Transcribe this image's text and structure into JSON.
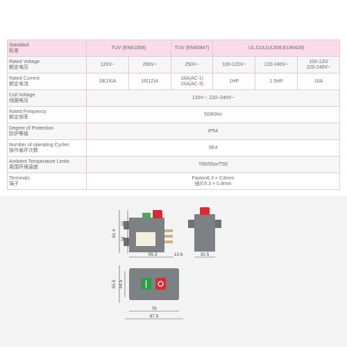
{
  "spec": {
    "rows": [
      {
        "label_en": "Standard",
        "label_cn": "标准",
        "cells": [
          {
            "text": "TUV (EN61058)",
            "span": 2
          },
          {
            "text": "TUV (EN60947)",
            "span": 1
          },
          {
            "text": "UL,CUL(UL508,E195428)",
            "span": 3
          }
        ]
      },
      {
        "label_en": "Rated Voltage",
        "label_cn": "额定电压",
        "cells": [
          {
            "text": "120V~",
            "span": 1
          },
          {
            "text": "250V~",
            "span": 1
          },
          {
            "text": "250V~",
            "span": 1
          },
          {
            "text": "100-120V~",
            "span": 1
          },
          {
            "text": "220-240V~",
            "span": 1
          },
          {
            "text": "100-120/\n220-240V~",
            "span": 1
          }
        ]
      },
      {
        "label_en": "Rated Current",
        "label_cn": "额定电流",
        "cells": [
          {
            "text": "18(18)A",
            "span": 1
          },
          {
            "text": "16(12)A",
            "span": 1
          },
          {
            "text": "18A(AC-1)\n15A(AC-3)",
            "span": 1
          },
          {
            "text": "1HP",
            "span": 1
          },
          {
            "text": "1.5HP",
            "span": 1
          },
          {
            "text": "16A",
            "span": 1
          }
        ]
      },
      {
        "label_en": "Coil Voltage",
        "label_cn": "线圈电压",
        "cells": [
          {
            "text": "120V~; 220~240V~",
            "span": 6
          }
        ]
      },
      {
        "label_en": "Rated Frequency",
        "label_cn": "额定频率",
        "cells": [
          {
            "text": "50/60Hz",
            "span": 6
          }
        ]
      },
      {
        "label_en": "Degree of Protection",
        "label_cn": "防护等级",
        "cells": [
          {
            "text": "IP54",
            "span": 6
          }
        ]
      },
      {
        "label_en": "Number of operating Cycles",
        "label_cn": "操作循环次数",
        "cells": [
          {
            "text": "5E4",
            "span": 6
          }
        ]
      },
      {
        "label_en": "Ambient Temperature Limits",
        "label_cn": "周围环境温度",
        "cells": [
          {
            "text": "T85/55or/T55",
            "span": 6
          }
        ]
      },
      {
        "label_en": "Terminals",
        "label_cn": "端子",
        "cells": [
          {
            "text": "Faston6.3 × 0.8mm\n插片6.3 × 0.8mm",
            "span": 6
          }
        ]
      }
    ]
  },
  "dims": {
    "side_height": "61.4",
    "side_a": "34",
    "side_b": "10",
    "side_width": "56.3",
    "side_small": "13.6",
    "end_width": "32.5",
    "front_h1": "55.5",
    "front_h2": "44.5",
    "front_w1": "76",
    "front_w2": "87.5"
  },
  "colors": {
    "housing": "#777b80",
    "green_button": "#2e9e4a",
    "red_button": "#d62c33",
    "header_bg": "#f9dce9"
  }
}
